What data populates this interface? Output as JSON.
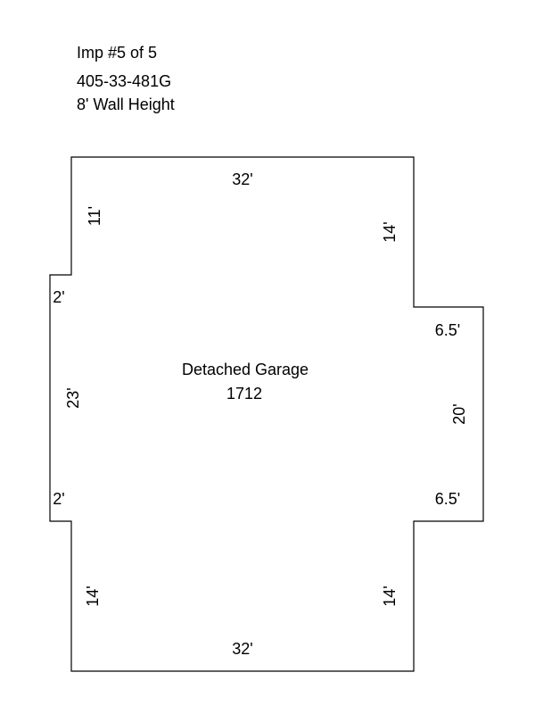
{
  "header": {
    "improvement": "Imp #5 of 5",
    "parcel": "405-33-481G",
    "wall_height": "8' Wall Height"
  },
  "sketch": {
    "area_name": "Detached Garage",
    "area_value": "1712",
    "dims": {
      "top": "32'",
      "bottom": "32'",
      "left_upper": "11'",
      "left_notch_top": "2'",
      "left_middle": "23'",
      "left_notch_bottom": "2'",
      "left_lower": "14'",
      "right_upper": "14'",
      "right_notch_top": "6.5'",
      "right_middle": "20'",
      "right_notch_bottom": "6.5'",
      "right_lower": "14'"
    }
  }
}
